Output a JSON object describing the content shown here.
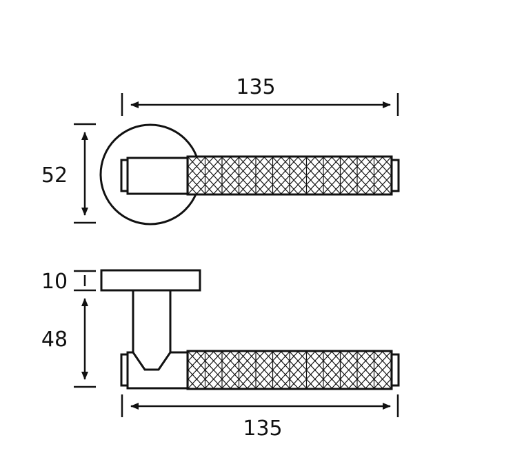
{
  "dimensions": {
    "top_width": "135",
    "front_height": "52",
    "rose_thickness": "10",
    "projection": "48",
    "bottom_width": "135"
  },
  "colors": {
    "line": "#111111",
    "background": "#ffffff"
  }
}
